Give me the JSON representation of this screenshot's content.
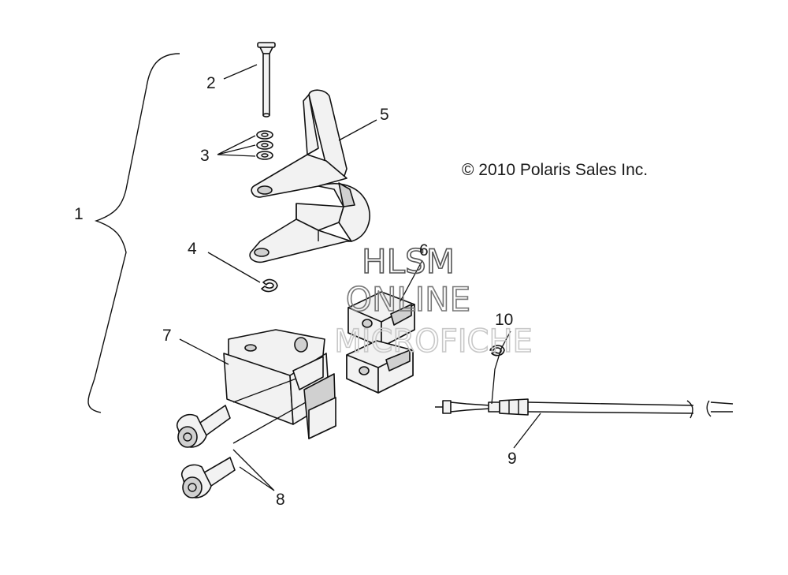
{
  "copyright": "© 2010 Polaris Sales Inc.",
  "watermark": [
    "HLSM",
    "ONLINE",
    "MICROFICHE"
  ],
  "colors": {
    "ink": "#111111",
    "watermark_stroke": "#555555",
    "watermark_light": "#c8c8c8",
    "background": "#ffffff"
  },
  "callouts": [
    "1",
    "2",
    "3",
    "4",
    "5",
    "6",
    "7",
    "8",
    "9",
    "10"
  ]
}
